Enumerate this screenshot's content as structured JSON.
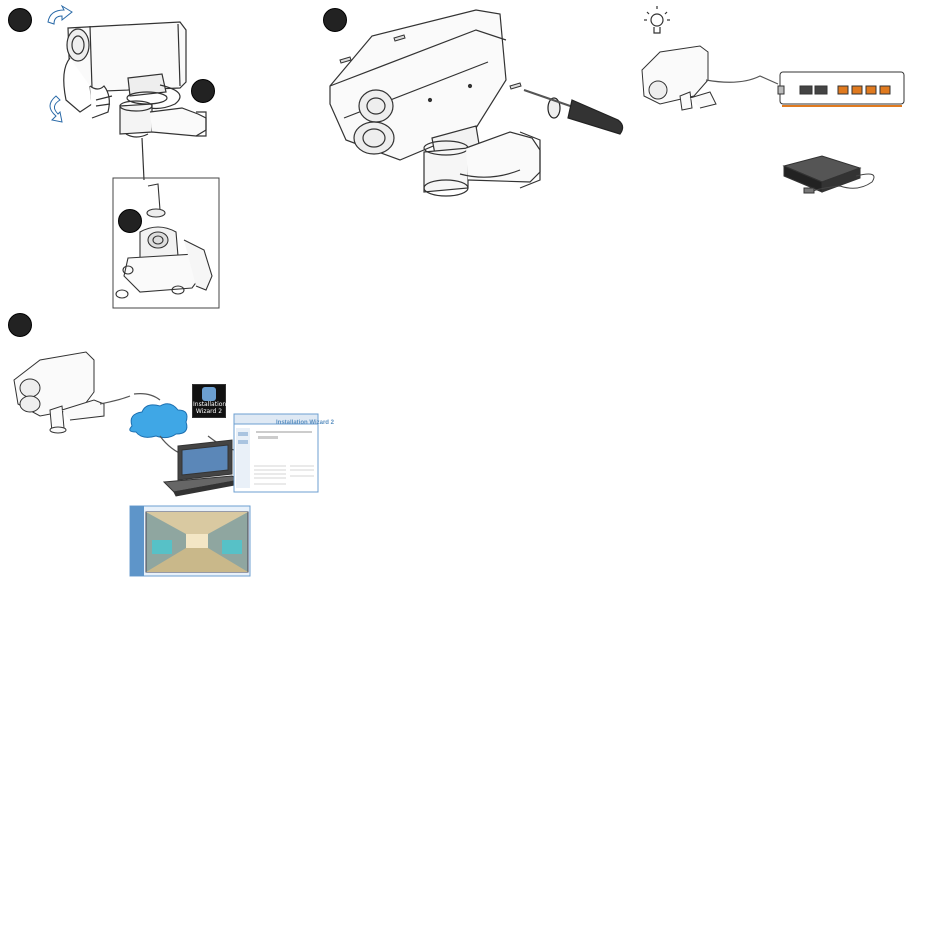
{
  "desktop_icon": {
    "label_line1": "Installation",
    "label_line2": "Wizard 2"
  },
  "wizard_window": {
    "title": "Installation Wizard 2"
  },
  "colors": {
    "badge": "#222222",
    "cloud": "#3fa7e6",
    "switch_accent": "#e07a1f",
    "wizard_blue": "#6c9fd0"
  },
  "icons": [
    "lightbulb-icon",
    "screwdriver-icon",
    "hex-key-icon"
  ]
}
